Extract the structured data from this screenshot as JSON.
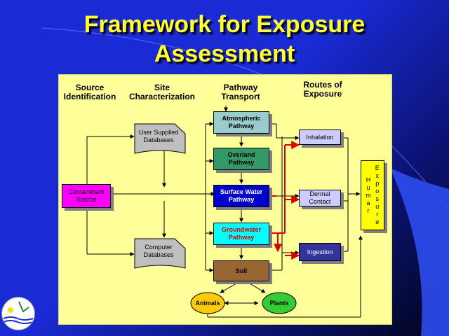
{
  "title": {
    "line1": "Framework for Exposure",
    "line2": "Assessment"
  },
  "headers": {
    "source": "Source Identification",
    "site": "Site Characterization",
    "pathway": "Pathway Transport",
    "routes": "Routes of Exposure"
  },
  "boxes": {
    "contaminant_source": "Contaminant Source",
    "user_databases": "User Supplied Databases",
    "computer_databases": "Computer Databases",
    "atmospheric": "Atmospheric Pathway",
    "overland": "Overland Pathway",
    "surface_water": "Surface Water Pathway",
    "groundwater": "Groundwater Pathway",
    "soil": "Soil",
    "animals": "Animals",
    "plants": "Plants",
    "inhalation": "Inhalation",
    "dermal": "Dermal Contact",
    "ingestion": "Ingestion"
  },
  "human_label": [
    "H",
    "u",
    "m",
    "a",
    "r"
  ],
  "exposure_label": [
    "E",
    "x",
    "p",
    "o",
    "s",
    "u",
    "r",
    "e"
  ],
  "colors": {
    "background": "#1a2bd6",
    "title": "#ffff33",
    "panel": "#ffff99",
    "atmospheric": "#99cccc",
    "overland": "#339966",
    "surface_water": "#0000cc",
    "groundwater": "#00ffff",
    "soil": "#996633",
    "contaminant": "#ff00ff",
    "routes": "#ccccff",
    "ingestion": "#333399",
    "human": "#ffff00",
    "red_arrow": "#dd0000",
    "ellipse": "#ffcc00",
    "plants": "#33cc33"
  }
}
